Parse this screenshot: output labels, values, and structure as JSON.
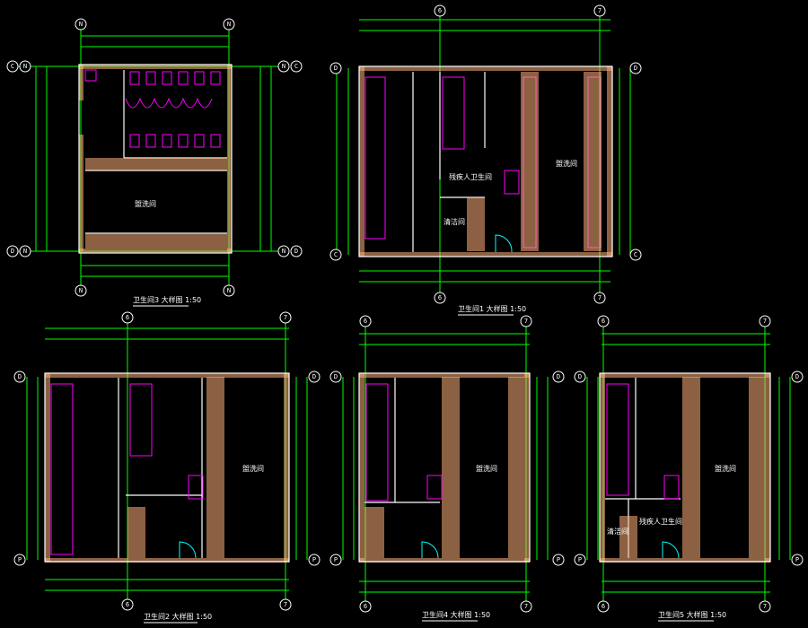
{
  "colors": {
    "background": "#000000",
    "dimension": "#00ff00",
    "wall": "#ffffff",
    "fixture": "#ff00ff",
    "hatch": "#ffb07a",
    "door": "#00ffff"
  },
  "plans": [
    {
      "title": "卫生间3 大样图 1:50",
      "rooms": [
        "盥洗间"
      ],
      "axes": [
        "C",
        "N",
        "D",
        "N"
      ]
    },
    {
      "title": "卫生间1 大样图 1:50",
      "rooms": [
        "盥洗间",
        "残疾人卫生间",
        "清洁间"
      ],
      "axes": [
        "6",
        "7",
        "D",
        "C"
      ]
    },
    {
      "title": "卫生间2 大样图 1:50",
      "rooms": [
        "盥洗间"
      ],
      "axes": [
        "6",
        "7",
        "D",
        "P"
      ]
    },
    {
      "title": "卫生间4 大样图 1:50",
      "rooms": [
        "盥洗间"
      ],
      "axes": [
        "6",
        "7",
        "D",
        "P"
      ]
    },
    {
      "title": "卫生间5 大样图 1:50",
      "rooms": [
        "盥洗间",
        "清洁间",
        "残疾人卫生间"
      ],
      "axes": [
        "6",
        "7",
        "D",
        "P"
      ]
    }
  ]
}
